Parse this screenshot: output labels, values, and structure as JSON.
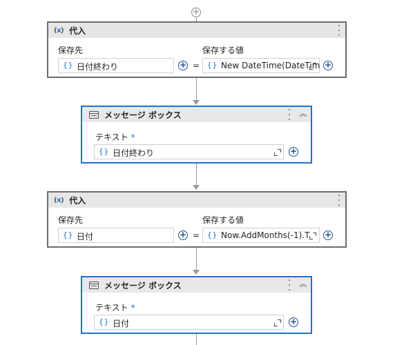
{
  "assign_activities": [
    {
      "title": "代入",
      "to_label": "保存先",
      "value_label": "保存する値",
      "to_value": "日付終わり",
      "value_expression": "New DateTime(DateTim",
      "equals": "="
    },
    {
      "title": "代入",
      "to_label": "保存先",
      "value_label": "保存する値",
      "to_value": "日付",
      "value_expression": "Now.AddMonths(-1).T",
      "equals": "="
    }
  ],
  "message_box_activities": [
    {
      "title": "メッセージ ボックス",
      "text_label": "テキスト",
      "required_marker": "*",
      "text_value": "日付終わり"
    },
    {
      "title": "メッセージ ボックス",
      "text_label": "テキスト",
      "required_marker": "*",
      "text_value": "日付"
    }
  ],
  "icons": {
    "variable": "(x)",
    "braces": "{}",
    "plus": "+",
    "collapse": "︽"
  },
  "colors": {
    "selected_border": "#1f6fd1",
    "card_border": "#6b6b6b",
    "header_bg": "#e6e6e6",
    "accent": "#1f6fd1"
  }
}
